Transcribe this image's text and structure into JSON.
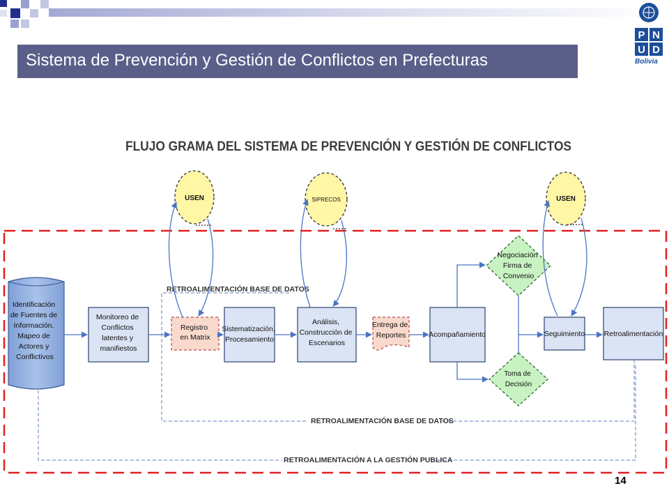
{
  "slide": {
    "title": "Sistema de Prevención y Gestión de Conflictos en Prefecturas",
    "page_number": "14",
    "logo": {
      "letters": [
        "P",
        "N",
        "U",
        "D"
      ],
      "country": "Bolivia",
      "emblem": "un-emblem-icon"
    }
  },
  "colors": {
    "title_bar": "#5a5f8a",
    "accent_blue": "#1f2f8f",
    "logo_blue": "#1c4e9a",
    "dashed_frame": "#e02020",
    "ellipse_fill": "#fff6a6",
    "diamond_fill": "#c8f2c2",
    "box_fill": "#dbe4f4",
    "pink_fill": "#f8d9cc",
    "cylinder_fill": "#9bb6e0"
  },
  "diagram": {
    "title": "FLUJO GRAMA DEL SISTEMA DE PREVENCIÓN Y GESTIÓN DE CONFLICTOS",
    "nodes": {
      "identificacion": [
        "Identificación",
        "de Fuentes de",
        "Información.",
        "Mapeo de",
        "Actores y",
        "Conflictivos"
      ],
      "monitoreo": [
        "Monitoreo de",
        "Conflictos",
        "latentes y",
        "manifiestos"
      ],
      "registro": [
        "Registro",
        "en Matrix"
      ],
      "sistematizacion": [
        "Sistematización,",
        "Procesamiento"
      ],
      "analisis": [
        "Análisis,",
        "Construcción de",
        "Escenarios"
      ],
      "entrega": [
        "Entrega de",
        "Reportes"
      ],
      "acompanamiento": [
        "Acompañamiento"
      ],
      "negociacion": [
        "Negociación",
        "Firma de",
        "Convenio"
      ],
      "toma": [
        "Toma de",
        "Decisión"
      ],
      "seguimiento": [
        "Seguimiento"
      ],
      "retroalimentacion": [
        "Retroalimentación"
      ],
      "usen_1": "USEN",
      "siprecos": "SIPRECOS",
      "usen_2": "USEN"
    },
    "feedback_labels": {
      "top": "RETROALIMENTACIÓN BASE DE DATOS",
      "bottom_1": "RETROALIMENTACIÓN BASE DE DATOS",
      "bottom_2": "RETROALIMENTACIÓN A LA GESTIÓN PUBLICA"
    }
  }
}
